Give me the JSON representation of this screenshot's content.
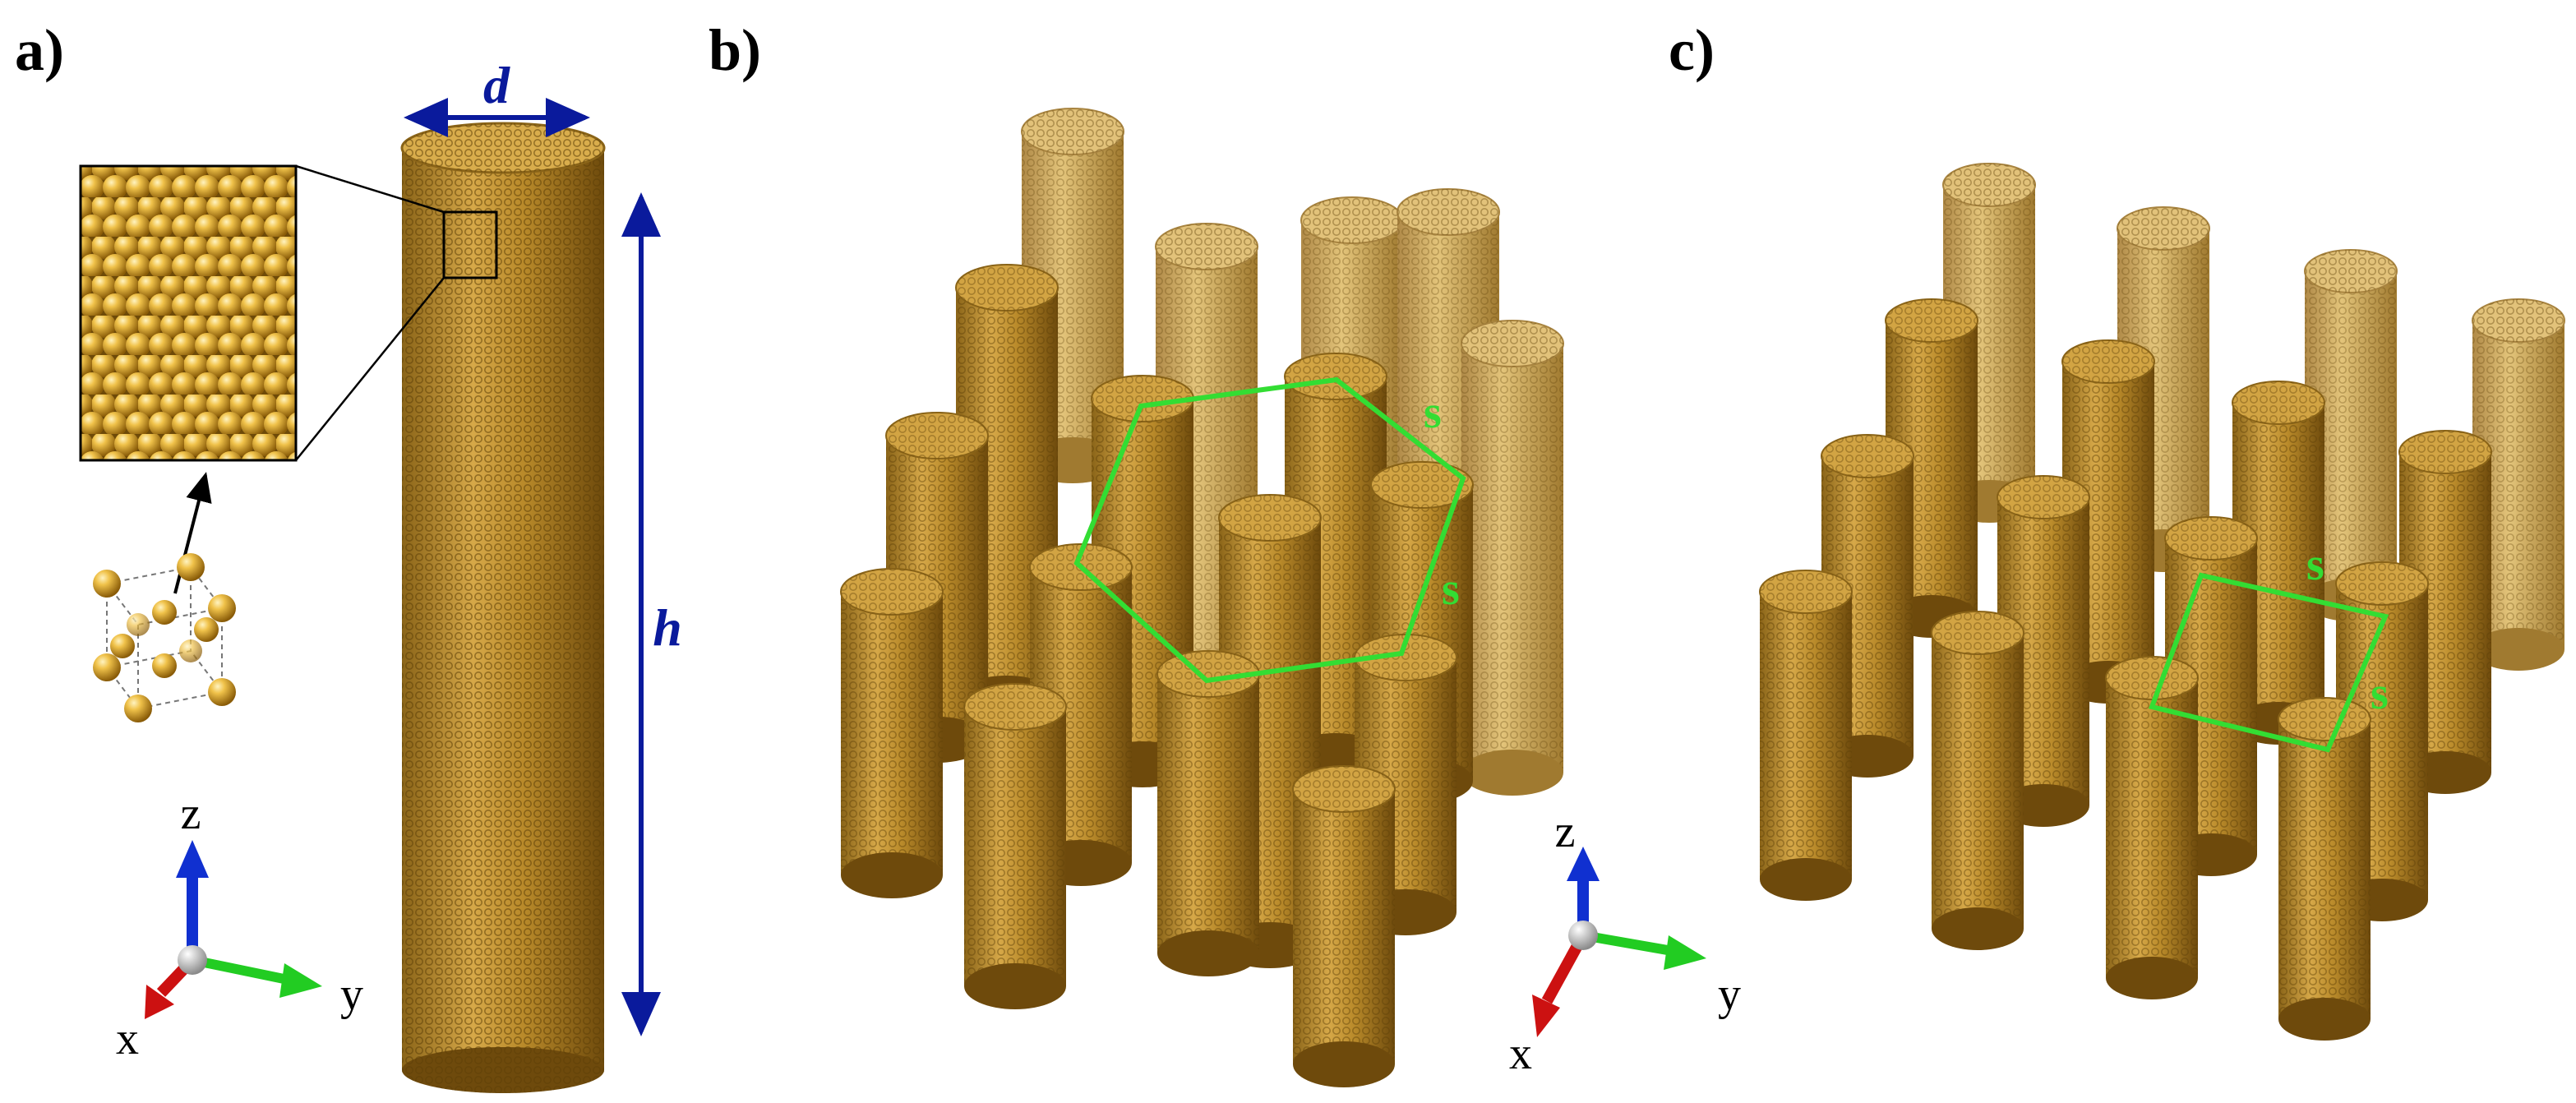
{
  "panels": {
    "a": {
      "label": "a)",
      "diameter_label": "d",
      "height_label": "h",
      "axes": {
        "z": "z",
        "y": "y",
        "x": "x"
      }
    },
    "b": {
      "label": "b)",
      "lattice": "hexagonal",
      "spacing_labels": [
        "s",
        "s"
      ],
      "axes": {
        "z": "z",
        "y": "y",
        "x": "x"
      }
    },
    "c": {
      "label": "c)",
      "lattice": "square",
      "spacing_labels": [
        "s",
        "s"
      ]
    }
  },
  "colors": {
    "gold": "#b98a2a",
    "gold_light": "#e0b450",
    "gold_dark": "#7a5510",
    "dimension_arrow": "#0a1a9c",
    "lattice_outline": "#33dd33",
    "axis_z": "#1030d0",
    "axis_y": "#22cc22",
    "axis_x": "#cc1111"
  }
}
